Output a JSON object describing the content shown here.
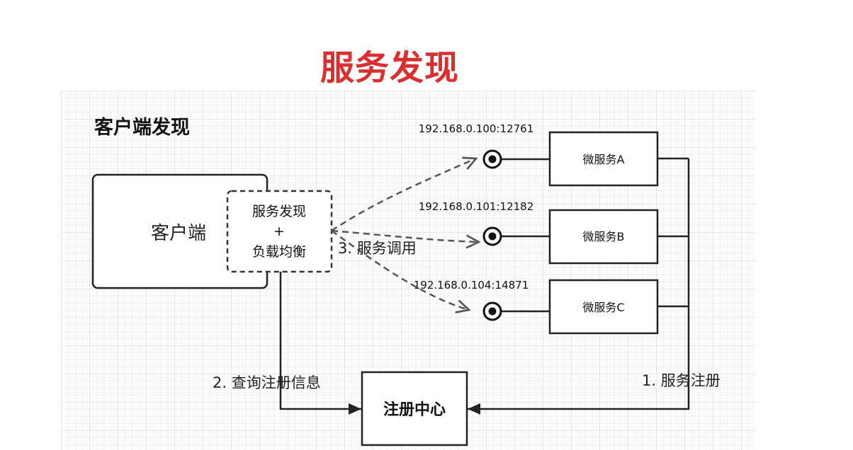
{
  "title": "服务发现",
  "section_heading": "客户端发现",
  "client": {
    "label": "客户端",
    "module_line1": "服务发现",
    "module_line2": "+",
    "module_line3": "负载均衡"
  },
  "services": [
    {
      "name": "微服务A",
      "address": "192.168.0.100:12761"
    },
    {
      "name": "微服务B",
      "address": "192.168.0.101:12182"
    },
    {
      "name": "微服务C",
      "address": "192.168.0.104:14871"
    }
  ],
  "registry": {
    "label": "注册中心"
  },
  "edges": {
    "register": "1. 服务注册",
    "query": "2. 查询注册信息",
    "invoke": "3. 服务调用"
  },
  "colors": {
    "title": "#d9302f",
    "stroke": "#222222",
    "dashed": "#555555"
  }
}
